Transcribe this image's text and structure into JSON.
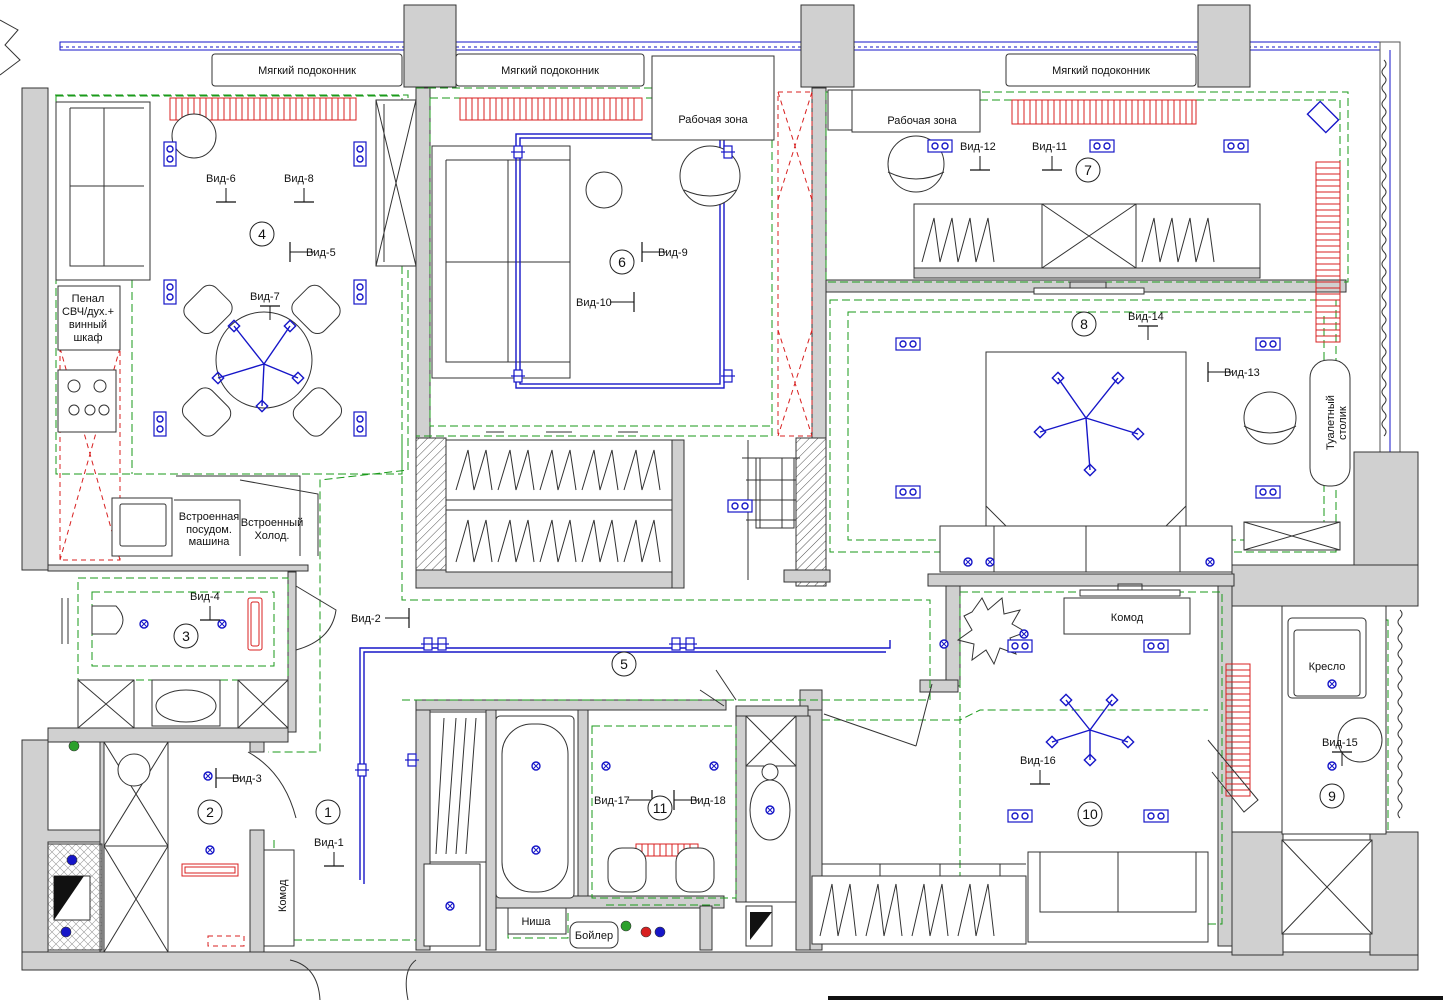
{
  "colors": {
    "wall": "#d0d0d0",
    "outline": "#333333",
    "ceiling_contour": "#1a9a1a",
    "lighting": "#1616c8",
    "heating": "#d82020"
  },
  "sill_labels": [
    "Мягкий подоконник",
    "Мягкий подоконник",
    "Мягкий подоконник"
  ],
  "work_zone_labels": [
    "Рабочая зона",
    "Рабочая зона"
  ],
  "room_numbers": [
    "1",
    "2",
    "3",
    "4",
    "5",
    "6",
    "7",
    "8",
    "9",
    "10",
    "11"
  ],
  "views": [
    "Вид-1",
    "Вид-2",
    "Вид-3",
    "Вид-4",
    "Вид-5",
    "Вид-6",
    "Вид-7",
    "Вид-8",
    "Вид-9",
    "Вид-10",
    "Вид-11",
    "Вид-12",
    "Вид-13",
    "Вид-14",
    "Вид-15",
    "Вид-16",
    "Вид-17",
    "Вид-18"
  ],
  "furniture_labels": {
    "pantry_line1": "Пенал",
    "pantry_line2": "СВЧ/дух.+",
    "pantry_line3": "винный",
    "pantry_line4": "шкаф",
    "dishwasher_line1": "Встроенная",
    "dishwasher_line2": "посудом.",
    "dishwasher_line3": "машина",
    "fridge_line1": "Встроенный",
    "fridge_line2": "Холод.",
    "dresser_hall": "Комод",
    "dresser_bedroom": "Комод",
    "toilet_table_line1": "Туалетный",
    "toilet_table_line2": "столик",
    "armchair": "Кресло",
    "niche": "Ниша",
    "boiler": "Бойлер"
  }
}
